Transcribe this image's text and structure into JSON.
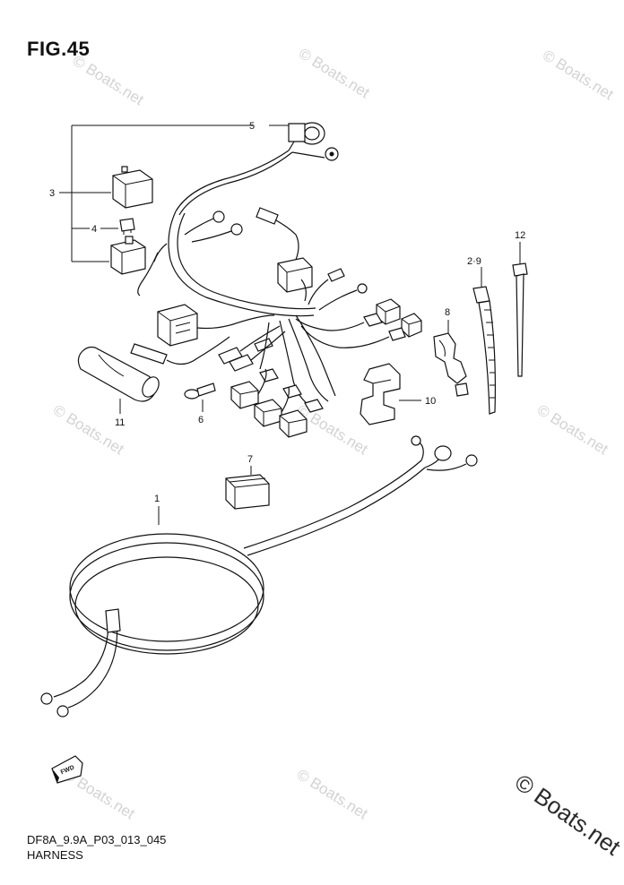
{
  "figure": {
    "title": "FIG.45",
    "code": "DF8A_9.9A_P03_013_045",
    "name": "HARNESS"
  },
  "watermark": {
    "text": "© Boats.net",
    "corner_text": "© Boats.net"
  },
  "callouts": {
    "c1": "1",
    "c29": "2·9",
    "c3": "3",
    "c4": "4",
    "c5": "5",
    "c6": "6",
    "c7": "7",
    "c8": "8",
    "c10": "10",
    "c11": "11",
    "c12": "12"
  },
  "fwd_badge": "FWD",
  "colors": {
    "line": "#111111",
    "watermark": "#d3d3d3",
    "background": "#ffffff"
  }
}
